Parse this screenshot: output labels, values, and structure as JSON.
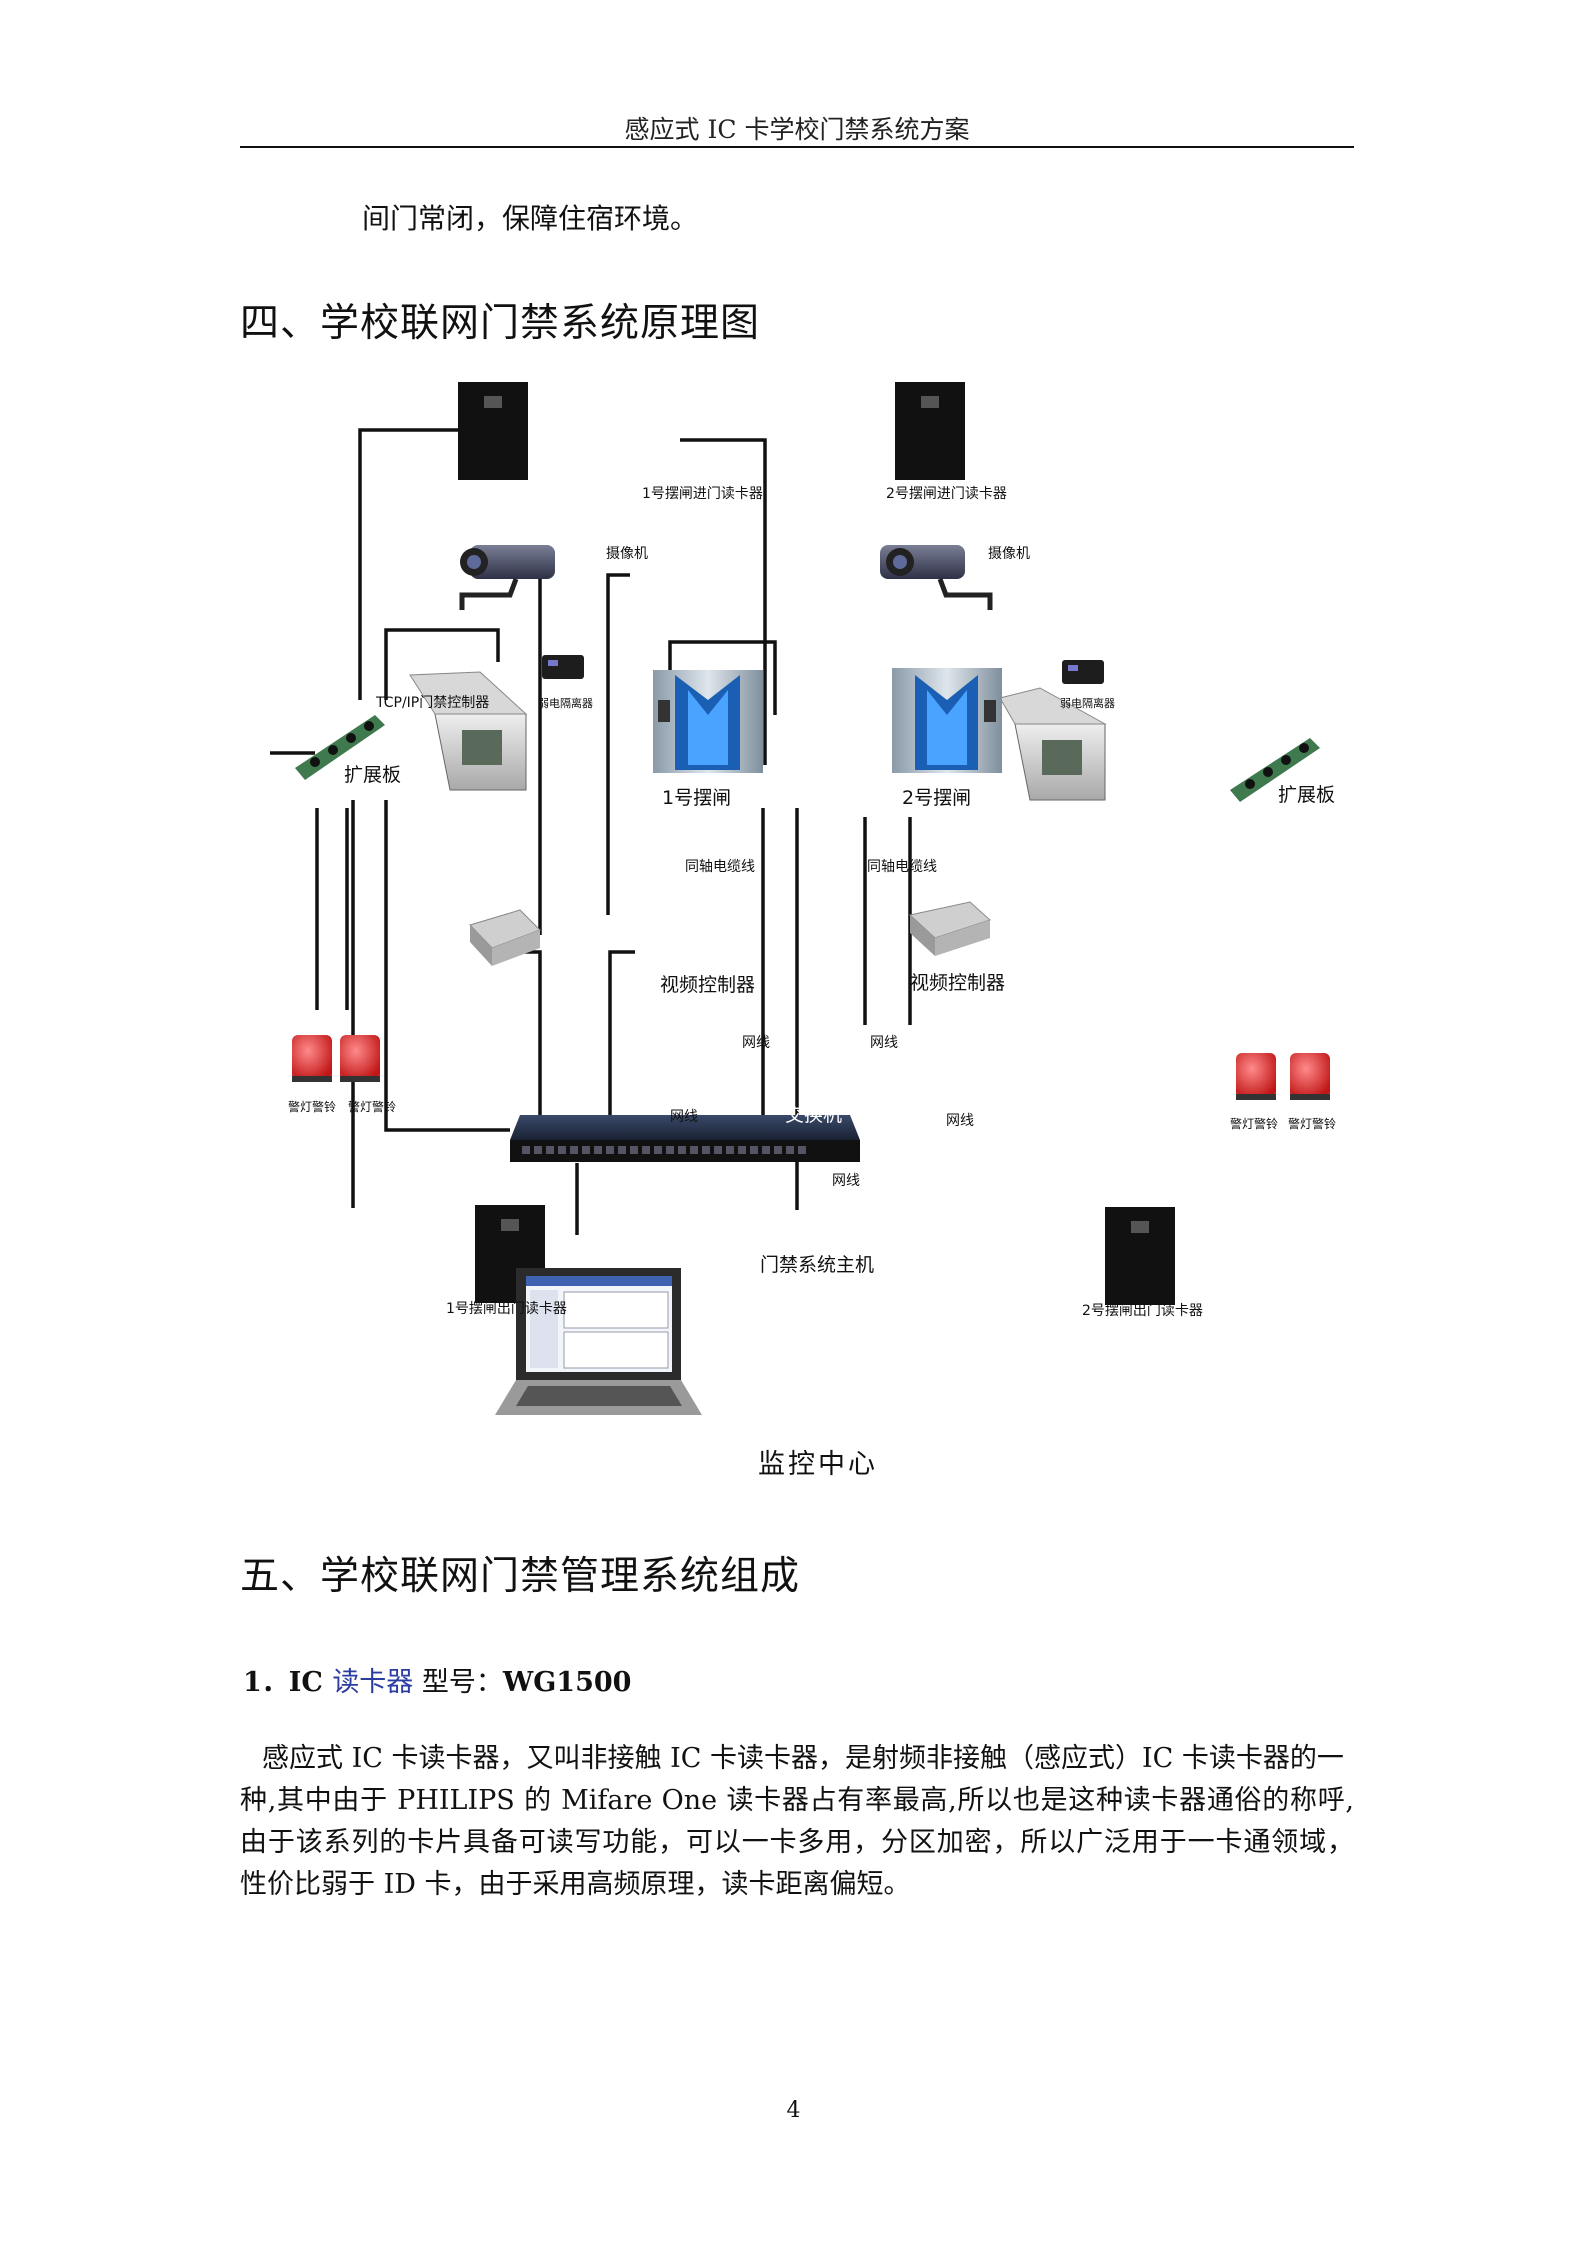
{
  "header": {
    "title": "感应式 IC 卡学校门禁系统方案"
  },
  "intro": {
    "text": "间门常闭，保障住宿环境。"
  },
  "section4": {
    "title": "四、学校联网门禁系统原理图"
  },
  "diagram": {
    "labels": {
      "reader_in_1": "1号摆闸进门读卡器",
      "reader_in_2": "2号摆闸进门读卡器",
      "camera_1": "摄像机",
      "camera_2": "摄像机",
      "tcp_controller": "TCP/IP门禁控制器",
      "isolator_1": "弱电隔离器",
      "isolator_2": "弱电隔离器",
      "expansion_1": "扩展板",
      "expansion_2": "扩展板",
      "gate_1": "1号摆闸",
      "gate_2": "2号摆闸",
      "coax_1": "同轴电缆线",
      "coax_2": "同轴电缆线",
      "video_ctrl_1": "视频控制器",
      "video_ctrl_2": "视频控制器",
      "net_1": "网线",
      "net_2": "网线",
      "net_3": "网线",
      "net_4": "网线",
      "net_5": "网线",
      "switch": "交换机",
      "alarm_1": "警灯警铃",
      "alarm_2": "警灯警铃",
      "alarm_3": "警灯警铃",
      "alarm_4": "警灯警铃",
      "reader_out_1": "1号摆闸出门读卡器",
      "reader_out_2": "2号摆闸出门读卡器",
      "host": "门禁系统主机",
      "monitor_center": "监控中心"
    }
  },
  "section5": {
    "title": "五、学校联网门禁管理系统组成"
  },
  "item1": {
    "number": "1．IC ",
    "keyword": "读卡器",
    "model_label": " 型号：",
    "model": "WG1500"
  },
  "paragraph": {
    "line1": "感应式 IC 卡读卡器，又叫非接触 IC 卡读卡器，是射频非接触（感应式）IC 卡读卡器的一",
    "line2": "种,其中由于 PHILIPS  的  Mifare One  读卡器占有率最高,所以也是这种读卡器通俗的称呼,",
    "line3": "由于该系列的卡片具备可读写功能，可以一卡多用，分区加密，所以广泛用于一卡通领域，",
    "line4": "性价比弱于 ID 卡，由于采用高频原理，读卡距离偏短。"
  },
  "page_number": "4"
}
